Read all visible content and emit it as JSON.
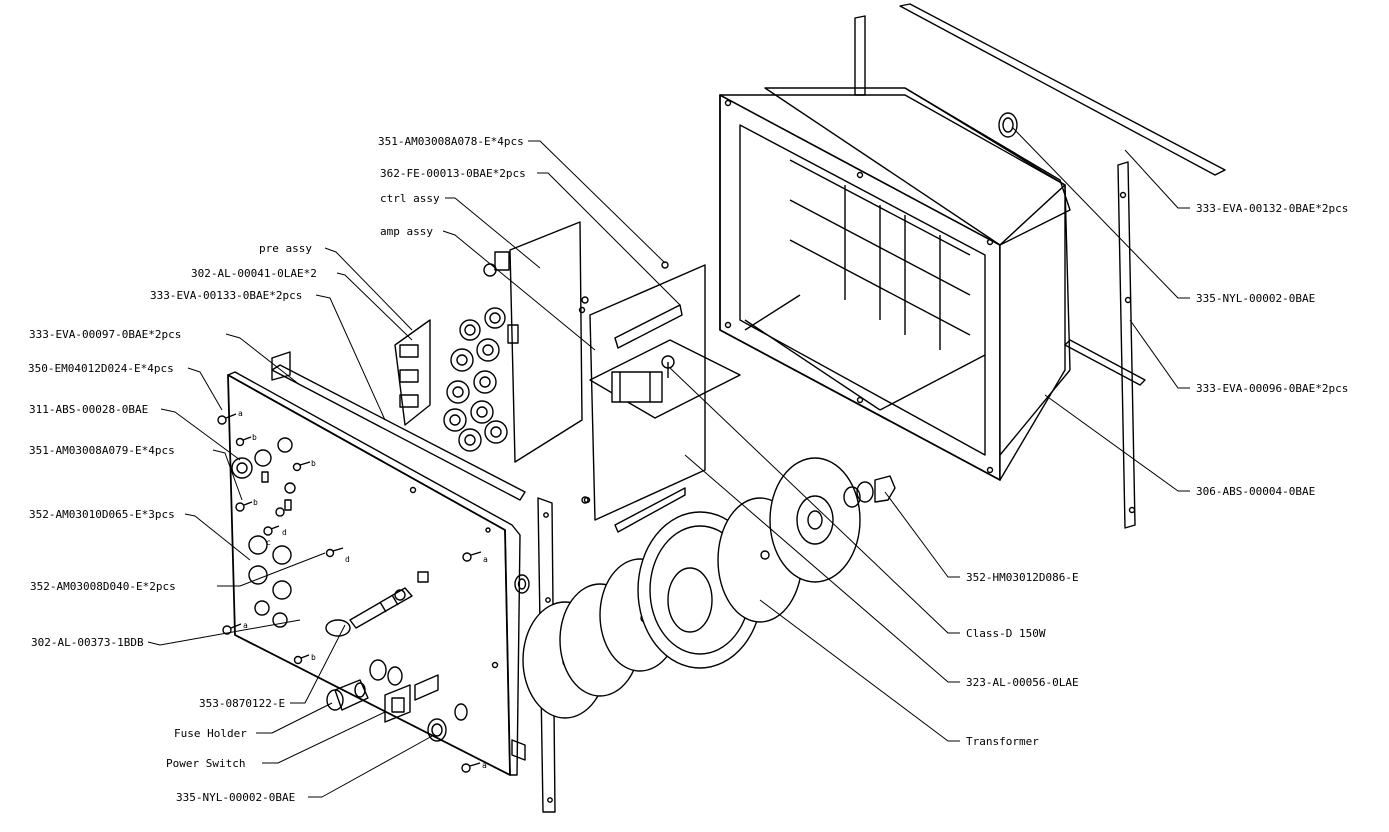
{
  "callouts": [
    {
      "id": "351-am03008a078",
      "text": "351-AM03008A078-E*4pcs"
    },
    {
      "id": "362-fe-00013",
      "text": "362-FE-00013-0BAE*2pcs"
    },
    {
      "id": "ctrl-assy",
      "text": "ctrl assy"
    },
    {
      "id": "amp-assy",
      "text": "amp assy"
    },
    {
      "id": "pre-assy",
      "text": "pre assy"
    },
    {
      "id": "302-al-00041",
      "text": "302-AL-00041-0LAE*2"
    },
    {
      "id": "333-eva-00133",
      "text": "333-EVA-00133-0BAE*2pcs"
    },
    {
      "id": "333-eva-00097",
      "text": "333-EVA-00097-0BAE*2pcs"
    },
    {
      "id": "350-em04012d024",
      "text": "350-EM04012D024-E*4pcs"
    },
    {
      "id": "311-abs-00028",
      "text": "311-ABS-00028-0BAE"
    },
    {
      "id": "351-am03008a079",
      "text": "351-AM03008A079-E*4pcs"
    },
    {
      "id": "352-am03010d065",
      "text": "352-AM03010D065-E*3pcs"
    },
    {
      "id": "352-am03008d040",
      "text": "352-AM03008D040-E*2pcs"
    },
    {
      "id": "302-al-00373",
      "text": "302-AL-00373-1BDB"
    },
    {
      "id": "353-0870122",
      "text": "353-0870122-E"
    },
    {
      "id": "fuse-holder",
      "text": "Fuse Holder"
    },
    {
      "id": "power-switch",
      "text": "Power Switch"
    },
    {
      "id": "335-nyl-00002-bottom",
      "text": "335-NYL-00002-0BAE"
    },
    {
      "id": "333-eva-00132",
      "text": "333-EVA-00132-0BAE*2pcs"
    },
    {
      "id": "335-nyl-00002-top",
      "text": "335-NYL-00002-0BAE"
    },
    {
      "id": "333-eva-00096",
      "text": "333-EVA-00096-0BAE*2pcs"
    },
    {
      "id": "306-abs-00004",
      "text": "306-ABS-00004-0BAE"
    },
    {
      "id": "352-hm03012d086",
      "text": "352-HM03012D086-E"
    },
    {
      "id": "class-d-150w",
      "text": "Class-D 150W"
    },
    {
      "id": "323-al-00056",
      "text": "323-AL-00056-0LAE"
    },
    {
      "id": "transformer",
      "text": "Transformer"
    }
  ],
  "screw_tags": {
    "a": "a",
    "b": "b",
    "c": "c",
    "d": "d"
  }
}
